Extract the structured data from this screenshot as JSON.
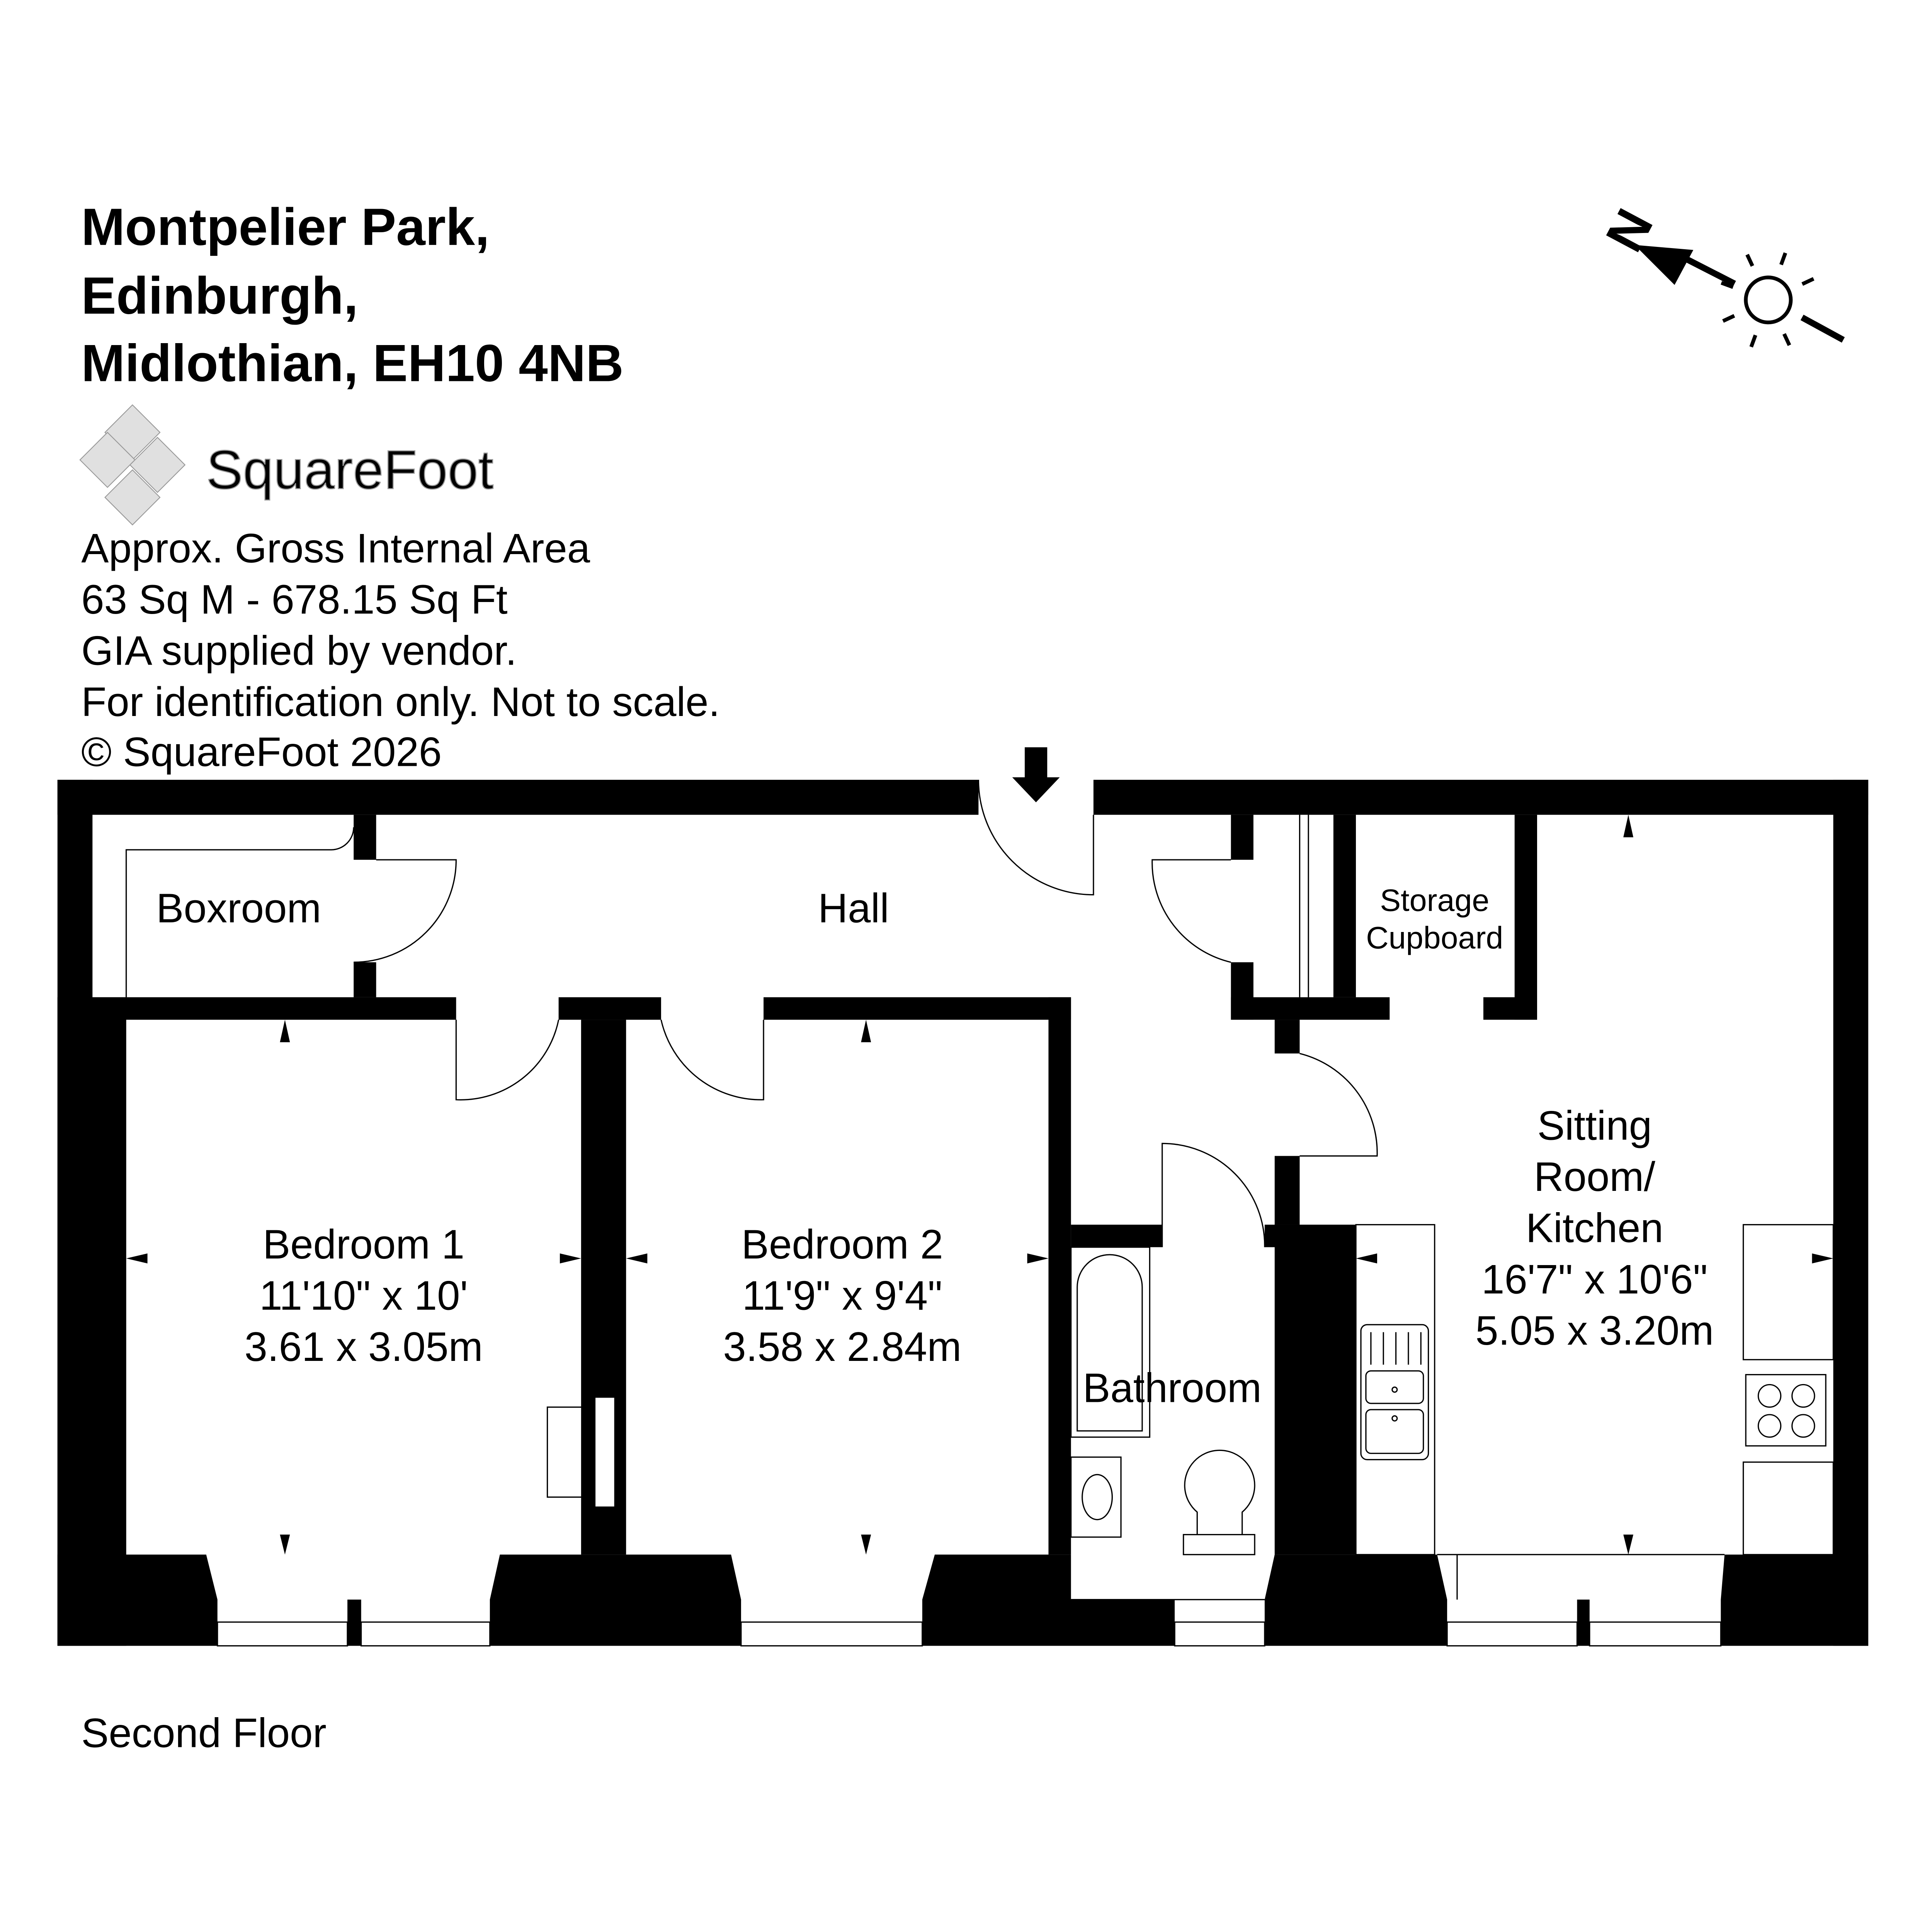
{
  "header": {
    "address_lines": [
      "Montpelier Park,",
      "Edinburgh,",
      "Midlothian, EH10 4NB"
    ]
  },
  "logo": {
    "text": "SquareFoot",
    "color": "#e0e0e0"
  },
  "info": {
    "lines": [
      "Approx. Gross Internal Area",
      "63 Sq M -  678.15 Sq Ft",
      "GIA supplied by vendor.",
      "For identification only. Not to scale.",
      "© SquareFoot 2026"
    ]
  },
  "compass": {
    "label": "N"
  },
  "rooms": {
    "boxroom": {
      "name": "Boxroom"
    },
    "hall": {
      "name": "Hall"
    },
    "bedroom1": {
      "name": "Bedroom 1",
      "imperial": "11'10\" x 10'",
      "metric": "3.61 x 3.05m"
    },
    "bedroom2": {
      "name": "Bedroom 2",
      "imperial": "11'9\" x 9'4\"",
      "metric": "3.58 x 2.84m"
    },
    "bathroom": {
      "name": "Bathroom"
    },
    "storage": {
      "name_lines": [
        "Storage",
        "Cupboard"
      ]
    },
    "sitting": {
      "name_lines": [
        "Sitting",
        "Room/",
        "Kitchen"
      ],
      "imperial": "16'7\" x 10'6\"",
      "metric": "5.05 x 3.20m"
    }
  },
  "floor": {
    "label": "Second Floor"
  }
}
